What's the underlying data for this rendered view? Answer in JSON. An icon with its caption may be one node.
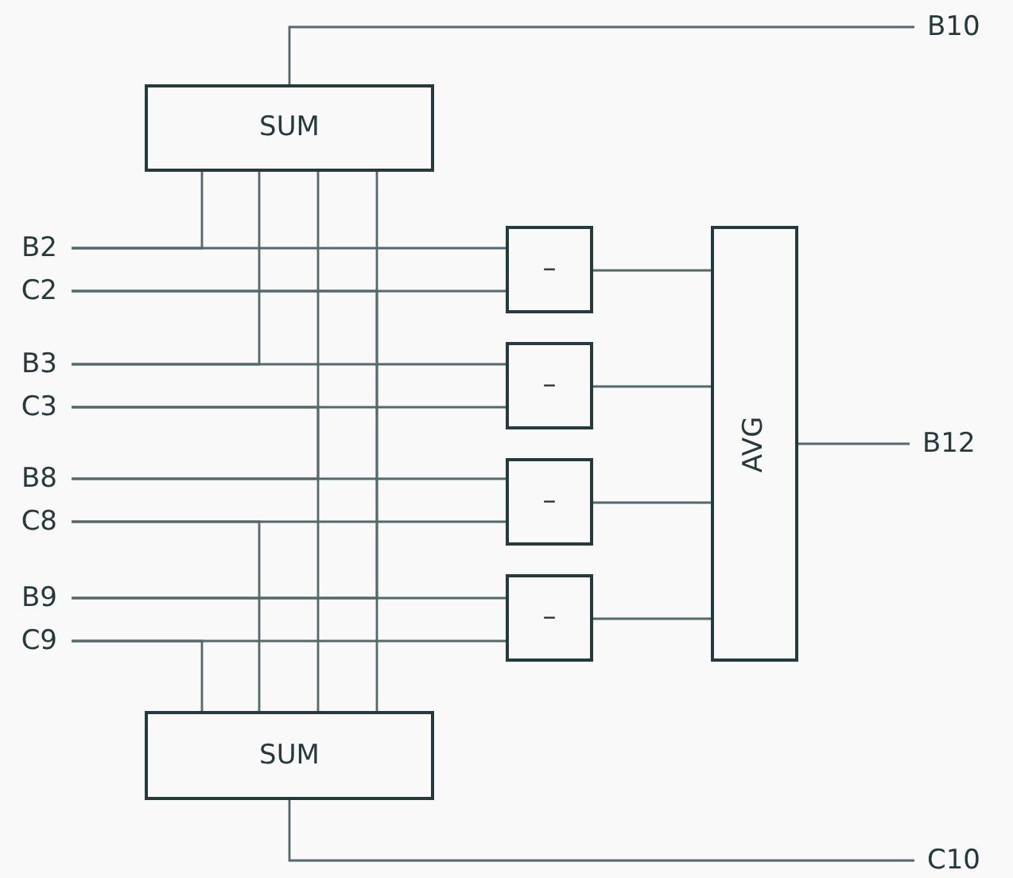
{
  "diagram": {
    "nodes": [
      {
        "text": [
          "SUM"
        ]
      },
      {
        "text": [
          "B10"
        ]
      },
      {
        "text": [
          "B2"
        ]
      },
      {
        "text": [
          "C2"
        ]
      },
      {
        "text": [
          "–"
        ]
      },
      {
        "text": [
          "B3"
        ]
      },
      {
        "text": [
          "C3"
        ]
      },
      {
        "text": [
          "–"
        ]
      },
      {
        "text": [
          "AVG"
        ]
      },
      {
        "text": [
          "B12"
        ]
      },
      {
        "text": [
          "B8"
        ]
      },
      {
        "text": [
          "C8"
        ]
      },
      {
        "text": [
          "–"
        ]
      },
      {
        "text": [
          "B9"
        ]
      },
      {
        "text": [
          "C9"
        ]
      },
      {
        "text": [
          "–"
        ]
      },
      {
        "text": [
          "SUM"
        ]
      },
      {
        "text": [
          "C10"
        ]
      }
    ],
    "edges": [
      {
        "from": 0,
        "to": 1,
        "arrow": "none"
      },
      {
        "from": 2,
        "to": 4,
        "arrow": "none"
      },
      {
        "from": 3,
        "to": 4,
        "arrow": "none"
      },
      {
        "from": 5,
        "to": 7,
        "arrow": "none"
      },
      {
        "from": 6,
        "to": 7,
        "arrow": "none"
      },
      {
        "from": 10,
        "to": 12,
        "arrow": "none"
      },
      {
        "from": 11,
        "to": 12,
        "arrow": "none"
      },
      {
        "from": 13,
        "to": 15,
        "arrow": "none"
      },
      {
        "from": 14,
        "to": 15,
        "arrow": "none"
      },
      {
        "from": 4,
        "to": 8,
        "arrow": "none"
      },
      {
        "from": 7,
        "to": 8,
        "arrow": "none"
      },
      {
        "from": 12,
        "to": 8,
        "arrow": "none"
      },
      {
        "from": 15,
        "to": 8,
        "arrow": "none"
      },
      {
        "from": 8,
        "to": 9,
        "arrow": "none"
      },
      {
        "from": 2,
        "to": 0,
        "arrow": "none"
      },
      {
        "from": 5,
        "to": 0,
        "arrow": "none"
      },
      {
        "from": 10,
        "to": 0,
        "arrow": "none"
      },
      {
        "from": 13,
        "to": 0,
        "arrow": "none"
      },
      {
        "from": 3,
        "to": 16,
        "arrow": "none"
      },
      {
        "from": 6,
        "to": 16,
        "arrow": "none"
      },
      {
        "from": 11,
        "to": 16,
        "arrow": "none"
      },
      {
        "from": 14,
        "to": 16,
        "arrow": "none"
      },
      {
        "from": 16,
        "to": 17,
        "arrow": "none"
      }
    ]
  }
}
